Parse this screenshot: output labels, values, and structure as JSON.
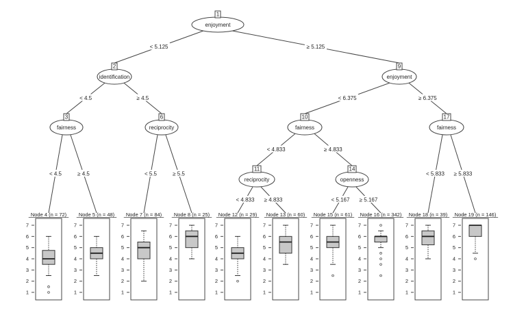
{
  "chart_data": {
    "type": "tree",
    "title": "",
    "ylim": [
      1,
      7
    ],
    "yticks": [
      1,
      2,
      3,
      4,
      5,
      6,
      7
    ],
    "inner_nodes": [
      {
        "id": 1,
        "variable": "enjoyment",
        "children": [
          2,
          9
        ],
        "splits": [
          "< 5.125",
          "≥ 5.125"
        ]
      },
      {
        "id": 2,
        "variable": "identification",
        "children": [
          3,
          6
        ],
        "splits": [
          "< 4.5",
          "≥ 4.5"
        ]
      },
      {
        "id": 3,
        "variable": "fairness",
        "children": [
          4,
          5
        ],
        "splits": [
          "< 4.5",
          "≥ 4.5"
        ]
      },
      {
        "id": 6,
        "variable": "reciprocity",
        "children": [
          7,
          8
        ],
        "splits": [
          "< 5.5",
          "≥ 5.5"
        ]
      },
      {
        "id": 9,
        "variable": "enjoyment",
        "children": [
          10,
          17
        ],
        "splits": [
          "< 6.375",
          "≥ 6.375"
        ]
      },
      {
        "id": 10,
        "variable": "fairness",
        "children": [
          11,
          14
        ],
        "splits": [
          "< 4.833",
          "≥ 4.833"
        ]
      },
      {
        "id": 11,
        "variable": "reciprocity",
        "children": [
          12,
          13
        ],
        "splits": [
          "< 4.833",
          "≥ 4.833"
        ]
      },
      {
        "id": 14,
        "variable": "openness",
        "children": [
          15,
          16
        ],
        "splits": [
          "< 5.167",
          "≥ 5.167"
        ]
      },
      {
        "id": 17,
        "variable": "fairness",
        "children": [
          18,
          19
        ],
        "splits": [
          "< 5.833",
          "≥ 5.833"
        ]
      }
    ],
    "terminal_nodes": [
      {
        "id": 4,
        "title": "Node 4 (n = 72)",
        "n": 72,
        "whisker_low": 2.5,
        "q1": 3.5,
        "median": 4,
        "q3": 4.75,
        "whisker_high": 6,
        "outliers": [
          1.5,
          1
        ]
      },
      {
        "id": 5,
        "title": "Node 5 (n = 48)",
        "n": 48,
        "whisker_low": 2.5,
        "q1": 4,
        "median": 4.5,
        "q3": 5,
        "whisker_high": 6,
        "outliers": []
      },
      {
        "id": 7,
        "title": "Node 7 (n = 84)",
        "n": 84,
        "whisker_low": 2,
        "q1": 4,
        "median": 5,
        "q3": 5.5,
        "whisker_high": 6.5,
        "outliers": []
      },
      {
        "id": 8,
        "title": "Node 8 (n = 25)",
        "n": 25,
        "whisker_low": 4,
        "q1": 5,
        "median": 6,
        "q3": 6.5,
        "whisker_high": 7,
        "outliers": []
      },
      {
        "id": 12,
        "title": "Node 12 (n = 29)",
        "n": 29,
        "whisker_low": 2.5,
        "q1": 4,
        "median": 4.5,
        "q3": 5,
        "whisker_high": 6,
        "outliers": [
          2
        ]
      },
      {
        "id": 13,
        "title": "Node 13 (n = 60)",
        "n": 60,
        "whisker_low": 3.5,
        "q1": 4.5,
        "median": 5.5,
        "q3": 6,
        "whisker_high": 7,
        "outliers": []
      },
      {
        "id": 15,
        "title": "Node 15 (n = 61)",
        "n": 61,
        "whisker_low": 3.5,
        "q1": 5,
        "median": 5.5,
        "q3": 6,
        "whisker_high": 7,
        "outliers": [
          2.5
        ]
      },
      {
        "id": 16,
        "title": "Node 16 (n = 342)",
        "n": 342,
        "whisker_low": 5,
        "q1": 5.5,
        "median": 6,
        "q3": 6,
        "whisker_high": 6.5,
        "outliers": [
          7,
          4.5,
          4,
          3.5,
          2.5
        ]
      },
      {
        "id": 18,
        "title": "Node 18 (n = 39)",
        "n": 39,
        "whisker_low": 4,
        "q1": 5.25,
        "median": 6,
        "q3": 6.5,
        "whisker_high": 7,
        "outliers": []
      },
      {
        "id": 19,
        "title": "Node 19 (n = 146)",
        "n": 146,
        "whisker_low": 4.5,
        "q1": 6,
        "median": 7,
        "q3": 7,
        "whisker_high": 7,
        "outliers": [
          4
        ]
      }
    ]
  }
}
